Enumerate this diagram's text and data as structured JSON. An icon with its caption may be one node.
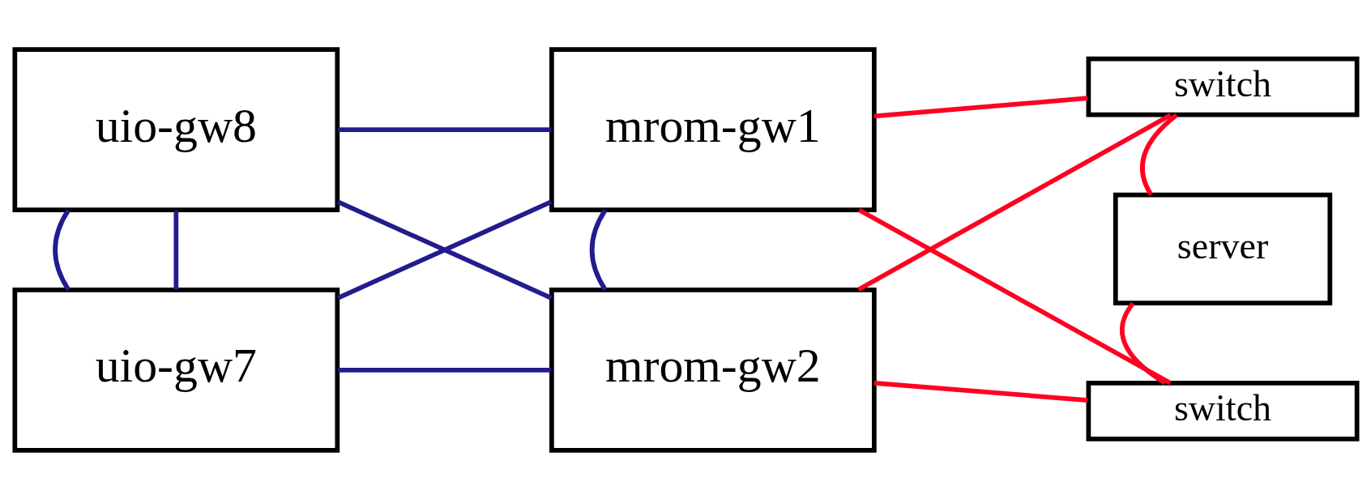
{
  "diagram": {
    "nodes": [
      {
        "text": [
          "uio-gw8"
        ]
      },
      {
        "text": [
          "mrom-gw1"
        ]
      },
      {
        "text": [
          "switch"
        ]
      },
      {
        "text": [
          "server"
        ]
      },
      {
        "text": [
          "uio-gw7"
        ]
      },
      {
        "text": [
          "mrom-gw2"
        ]
      },
      {
        "text": [
          "switch"
        ]
      }
    ],
    "edges": [
      {
        "from": 0,
        "to": 1,
        "arrow": "none"
      },
      {
        "from": 0,
        "to": 4,
        "arrow": "none"
      },
      {
        "from": 0,
        "to": 4,
        "arrow": "none"
      },
      {
        "from": 0,
        "to": 5,
        "arrow": "none"
      },
      {
        "from": 1,
        "to": 4,
        "arrow": "none"
      },
      {
        "from": 1,
        "to": 5,
        "arrow": "none"
      },
      {
        "from": 4,
        "to": 5,
        "arrow": "none"
      },
      {
        "from": 1,
        "to": 2,
        "arrow": "none",
        "color": "#ff0022"
      },
      {
        "from": 1,
        "to": 6,
        "arrow": "none",
        "color": "#ff0022"
      },
      {
        "from": 5,
        "to": 2,
        "arrow": "none",
        "color": "#ff0022"
      },
      {
        "from": 5,
        "to": 6,
        "arrow": "none",
        "color": "#ff0022"
      },
      {
        "from": 2,
        "to": 3,
        "arrow": "none",
        "color": "#ff0022"
      },
      {
        "from": 3,
        "to": 6,
        "arrow": "none",
        "color": "#ff0022"
      }
    ]
  }
}
